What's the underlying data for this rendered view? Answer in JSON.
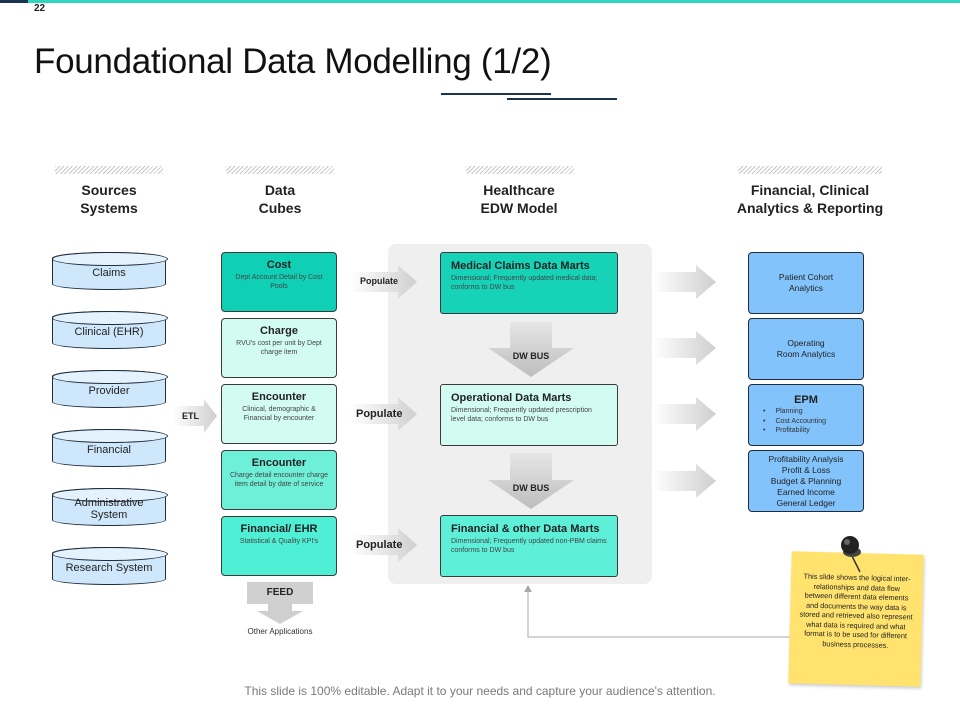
{
  "slide": {
    "number": "22",
    "title": "Foundational Data Modelling (1/2)",
    "footer": "This slide is 100% editable. Adapt it to your needs and capture your audience's attention."
  },
  "columns": [
    {
      "line1": "Sources",
      "line2": "Systems"
    },
    {
      "line1": "Data",
      "line2": "Cubes"
    },
    {
      "line1": "Healthcare",
      "line2": "EDW Model"
    },
    {
      "line1": "Financial, Clinical",
      "line2": "Analytics  & Reporting"
    }
  ],
  "sources": [
    "Claims",
    "Clinical (EHR)",
    "Provider",
    "Financial",
    "Administrative System",
    "Research System"
  ],
  "etl_label": "ETL",
  "cubes": [
    {
      "title": "Cost",
      "desc": "Dept Account Detail by Cost Pools"
    },
    {
      "title": "Charge",
      "desc": "RVU's cost per unit by Dept charge item"
    },
    {
      "title": "Encounter",
      "desc": "Clinical, demographic & Financial by encounter"
    },
    {
      "title": "Encounter",
      "desc": "Charge detail encounter charge item detail by date of service"
    },
    {
      "title": "Financial/ EHR",
      "desc": "Statistical & Quality KPI's"
    }
  ],
  "populate_labels": [
    "Populate",
    "Populate",
    "Populate"
  ],
  "marts": [
    {
      "title": "Medical Claims Data Marts",
      "desc": "Dimensional; Frequently updated medical data; conforms to DW bus"
    },
    {
      "title": "Operational Data Marts",
      "desc": "Dimensional; Frequently updated prescription level data; conforms to DW bus"
    },
    {
      "title": "Financial & other Data Marts",
      "desc": "Dimensional; Frequently updated non-PBM claims conforms to DW bus"
    }
  ],
  "dw_bus_labels": [
    "DW BUS",
    "DW BUS"
  ],
  "reports": {
    "patient": "Patient Cohort Analytics",
    "operating": "Operating Room Analytics",
    "epm_title": "EPM",
    "epm_items": [
      "Planning",
      "Cost Accounting",
      "Profitability"
    ],
    "finance_lines": [
      "Profitability Analysis",
      "Profit & Loss",
      "Budget & Planning",
      "Earned Income",
      "General Ledger"
    ]
  },
  "feed": {
    "label": "FEED",
    "target": "Other Applications"
  },
  "note": "This slide shows the logical inter-relationships and data flow between different data elements and documents the way data is stored and retrieved also represent what data is required and what format is to be used for different business processes.",
  "colors": {
    "accent": "#2fd6bd",
    "navy": "#1a3350",
    "cube_dark": "#0fd0b4",
    "cube_light": "#d2fbf2",
    "report_blue": "#82c3fb",
    "note_yellow": "#ffe36e"
  }
}
